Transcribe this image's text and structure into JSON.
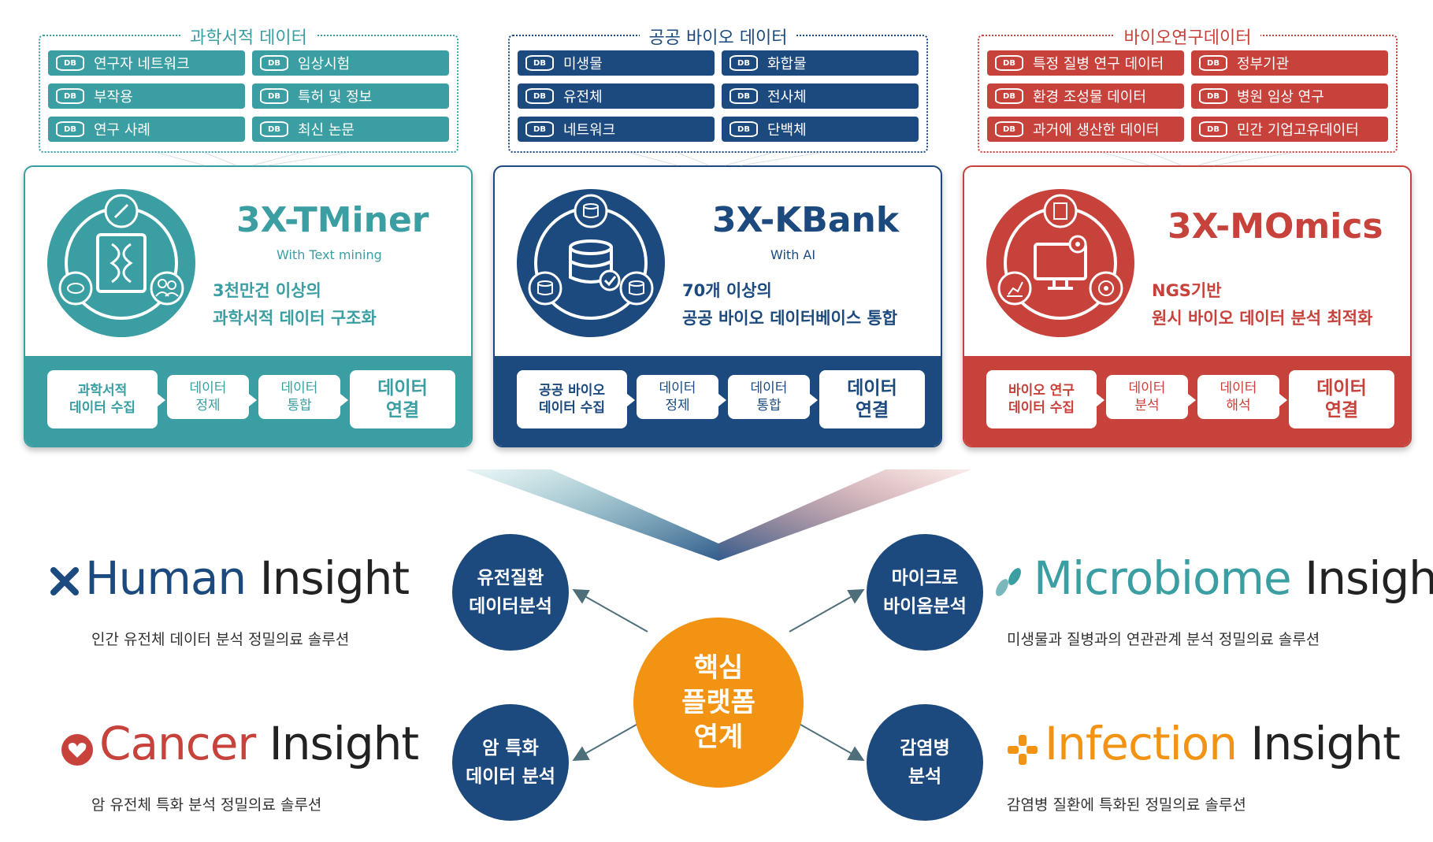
{
  "colors": {
    "teal": "#3a9ea2",
    "navy": "#1c4a7f",
    "red": "#c8423c",
    "orange": "#f39313"
  },
  "data_groups": [
    {
      "title": "과학서적 데이터",
      "items": [
        "연구자 네트워크",
        "임상시험",
        "부작용",
        "특허 및 정보",
        "연구 사례",
        "최신 논문"
      ]
    },
    {
      "title": "공공 바이오 데이터",
      "items": [
        "미생물",
        "화합물",
        "유전체",
        "전사체",
        "네트워크",
        "단백체"
      ]
    },
    {
      "title": "바이오연구데이터",
      "items": [
        "특정 질병 연구 데이터",
        "정부기관",
        "환경 조성물 데이터",
        "병원 임상 연구",
        "과거에 생산한 데이터",
        "민간 기업고유데이터"
      ]
    }
  ],
  "db_icon_label": "DB",
  "platforms": [
    {
      "name": "3X-TMiner",
      "subtitle": "With Text mining",
      "desc": [
        "3천만건 이상의",
        "과학서적 데이터 구조화"
      ],
      "steps": [
        "과학서적\n데이터 수집",
        "데이터\n정제",
        "데이터\n통합",
        "데이터\n연결"
      ],
      "icons": [
        "dna-book-icon",
        "dna-icon",
        "pills-icon",
        "people-icon"
      ]
    },
    {
      "name": "3X-KBank",
      "subtitle": "With AI",
      "desc": [
        "70개 이상의",
        "공공 바이오 데이터베이스 통합"
      ],
      "steps": [
        "공공 바이오\n데이터 수집",
        "데이터\n정제",
        "데이터\n통합",
        "데이터\n연결"
      ],
      "icons": [
        "database-check-icon",
        "database-icon",
        "database-icon",
        "database-icon"
      ]
    },
    {
      "name": "3X-MOmics",
      "subtitle": "",
      "desc": [
        "NGS기반",
        "원시 바이오 데이터 분석 최적화"
      ],
      "steps": [
        "바이오 연구\n데이터 수집",
        "데이터\n분석",
        "데이터\n해석",
        "데이터\n연결"
      ],
      "icons": [
        "monitor-gear-icon",
        "document-icon",
        "chart-icon",
        "target-icon"
      ]
    }
  ],
  "core": {
    "label": "핵심\n플랫폼\n연계"
  },
  "analysis_nodes": [
    {
      "label": "유전질환\n데이터분석"
    },
    {
      "label": "마이크로\n바이옴분석"
    },
    {
      "label": "암 특화\n데이터 분석"
    },
    {
      "label": "감염병\n분석"
    }
  ],
  "solutions": [
    {
      "brand_main": "Human",
      "brand_insight": "Insight",
      "caption": "인간 유전체 데이터 분석 정밀의료 솔루션",
      "icon": "x-logo-icon"
    },
    {
      "brand_main": "Microbiome",
      "brand_insight": "Insight",
      "caption": "미생물과 질병과의 연관관계 분석 정밀의료 솔루션",
      "icon": "leaf-logo-icon"
    },
    {
      "brand_main": "Cancer",
      "brand_insight": "Insight",
      "caption": "암 유전체 특화 분석 정밀의료 솔루션",
      "icon": "heart-logo-icon"
    },
    {
      "brand_main": "Infection",
      "brand_insight": "Insight",
      "caption": "감염병 질환에 특화된 정밀의료 솔루션",
      "icon": "plus-logo-icon"
    }
  ]
}
